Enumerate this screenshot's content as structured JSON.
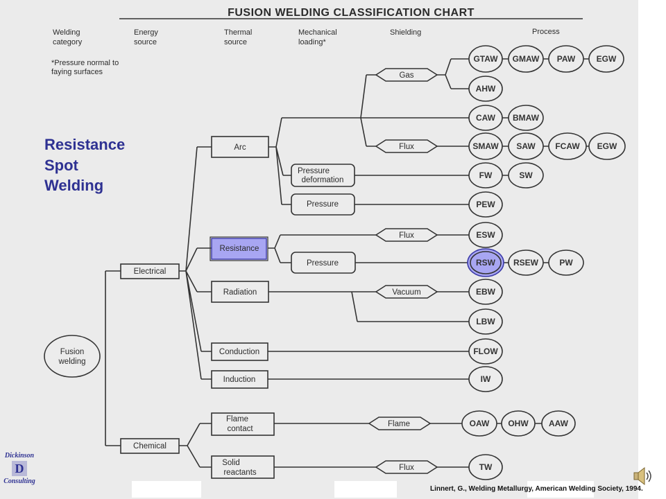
{
  "title": "FUSION WELDING CLASSIFICATION CHART",
  "headers": {
    "welding_category": [
      "Welding",
      "category"
    ],
    "energy_source": [
      "Energy",
      "source"
    ],
    "thermal_source": [
      "Thermal",
      "source"
    ],
    "mechanical_loading": [
      "Mechanical",
      "loading*"
    ],
    "shielding": "Shielding",
    "process": "Process"
  },
  "footnote": [
    "*Pressure normal to",
    "faying surfaces"
  ],
  "side_label": [
    "Resistance",
    "Spot",
    "Welding"
  ],
  "citation": "Linnert, G., Welding Metallurgy, American Welding Society, 1994.",
  "logo": {
    "line1": "Dickinson",
    "line2": "D",
    "line3": "Consulting"
  },
  "nodes": {
    "root": [
      "Fusion",
      "welding"
    ],
    "electrical": "Electrical",
    "chemical": "Chemical",
    "arc": "Arc",
    "resistance": "Resistance",
    "radiation": "Radiation",
    "conduction": "Conduction",
    "induction": "Induction",
    "flame_contact": [
      "Flame",
      "contact"
    ],
    "solid_reactants": [
      "Solid",
      "reactants"
    ],
    "pressure_deformation": [
      "Pressure",
      "deformation"
    ],
    "arc_pressure": "Pressure",
    "res_pressure": "Pressure"
  },
  "shielding": {
    "gas": "Gas",
    "arc_flux": "Flux",
    "res_flux": "Flux",
    "vacuum": "Vacuum",
    "flame": "Flame",
    "chem_flux": "Flux"
  },
  "processes": {
    "gtaw": "GTAW",
    "gmaw": "GMAW",
    "paw": "PAW",
    "egw1": "EGW",
    "ahw": "AHW",
    "caw": "CAW",
    "bmaw": "BMAW",
    "smaw": "SMAW",
    "saw": "SAW",
    "fcaw": "FCAW",
    "egw2": "EGW",
    "fw": "FW",
    "sw": "SW",
    "pew": "PEW",
    "esw": "ESW",
    "rsw": "RSW",
    "rsew": "RSEW",
    "pw": "PW",
    "ebw": "EBW",
    "lbw": "LBW",
    "flow": "FLOW",
    "iw": "IW",
    "oaw": "OAW",
    "ohw": "OHW",
    "aaw": "AAW",
    "tw": "TW"
  },
  "colors": {
    "highlight_fill": "#a8a6f2",
    "highlight_stroke": "#3b3aa8",
    "accent_text": "#2e3192"
  }
}
